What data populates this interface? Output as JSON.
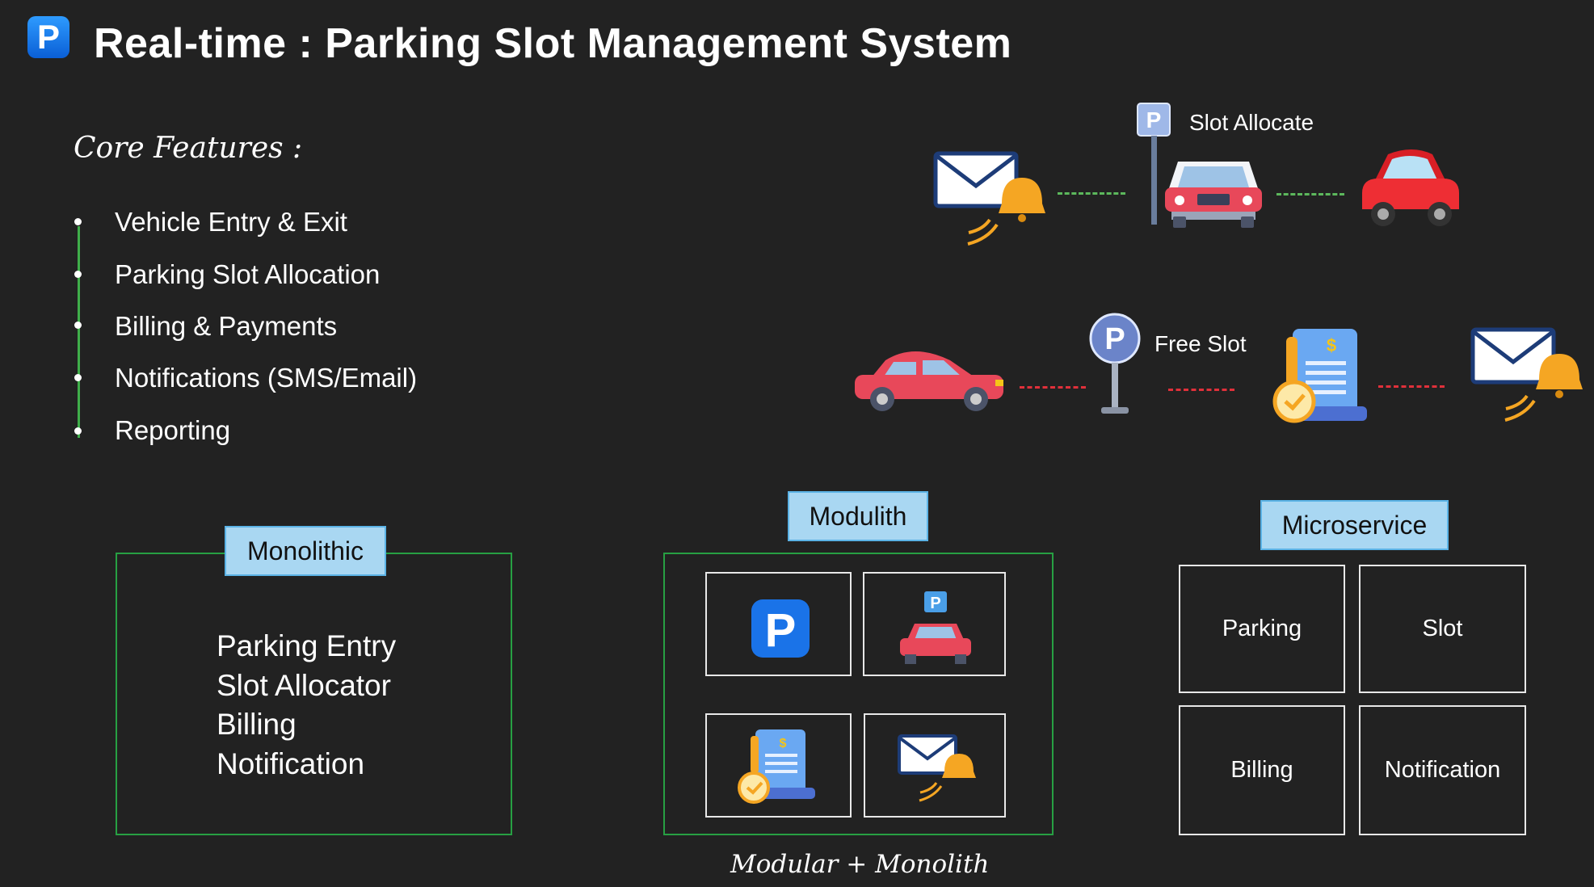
{
  "header": {
    "logo_letter": "P",
    "title": "Real-time : Parking Slot Management System"
  },
  "features": {
    "heading": "Core Features :",
    "items": [
      "Vehicle Entry & Exit",
      "Parking Slot Allocation",
      "Billing & Payments",
      "Notifications (SMS/Email)",
      "Reporting"
    ]
  },
  "flow": {
    "slot_allocate_sign": "P",
    "slot_allocate_label": "Slot Allocate",
    "free_slot_sign": "P",
    "free_slot_label": "Free Slot",
    "colors": {
      "success": "#5cb85c",
      "release": "#e0303a"
    }
  },
  "monolithic": {
    "tag": "Monolithic",
    "lines": [
      "Parking Entry",
      "Slot Allocator",
      "Billing",
      "Notification"
    ]
  },
  "modulith": {
    "tag": "Modulith",
    "modules": [
      "parking-icon",
      "car-slot-icon",
      "bill-icon",
      "mail-bell-icon"
    ],
    "module_sign": "P",
    "module_bill_symbol": "$",
    "caption": "Modular + Monolith"
  },
  "microservice": {
    "tag": "Microservice",
    "services": [
      "Parking",
      "Slot",
      "Billing",
      "Notification"
    ]
  },
  "colors": {
    "background": "#222222",
    "box_border": "#27a043",
    "tag_fill": "#a9d7f2"
  }
}
